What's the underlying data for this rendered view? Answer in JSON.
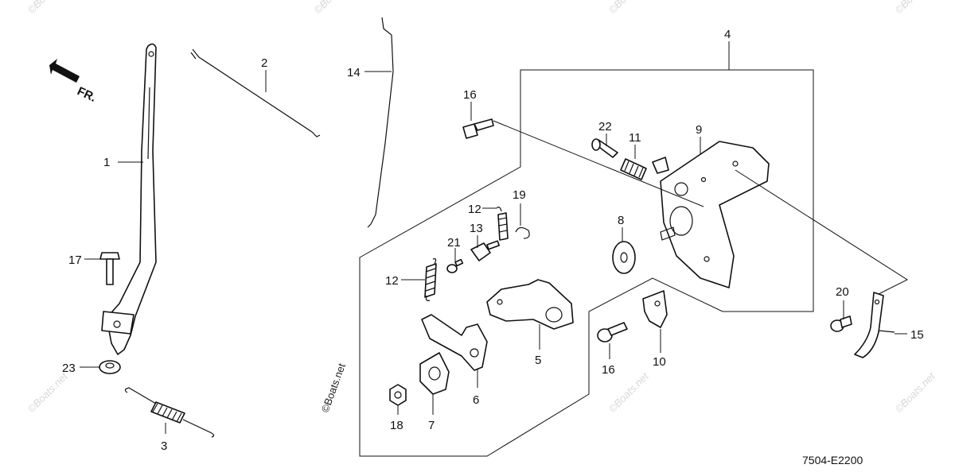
{
  "diagram": {
    "ref_code": "7504-E2200",
    "front_label": "FR.",
    "watermark": "©Boats.net",
    "callouts": [
      {
        "id": "c1",
        "label": "1"
      },
      {
        "id": "c2",
        "label": "2"
      },
      {
        "id": "c3",
        "label": "3"
      },
      {
        "id": "c4",
        "label": "4"
      },
      {
        "id": "c5",
        "label": "5"
      },
      {
        "id": "c6",
        "label": "6"
      },
      {
        "id": "c7",
        "label": "7"
      },
      {
        "id": "c8",
        "label": "8"
      },
      {
        "id": "c9",
        "label": "9"
      },
      {
        "id": "c10",
        "label": "10"
      },
      {
        "id": "c11",
        "label": "11"
      },
      {
        "id": "c12a",
        "label": "12"
      },
      {
        "id": "c12b",
        "label": "12"
      },
      {
        "id": "c13",
        "label": "13"
      },
      {
        "id": "c14",
        "label": "14"
      },
      {
        "id": "c15",
        "label": "15"
      },
      {
        "id": "c16a",
        "label": "16"
      },
      {
        "id": "c16b",
        "label": "16"
      },
      {
        "id": "c17",
        "label": "17"
      },
      {
        "id": "c18",
        "label": "18"
      },
      {
        "id": "c19",
        "label": "19"
      },
      {
        "id": "c20",
        "label": "20"
      },
      {
        "id": "c21",
        "label": "21"
      },
      {
        "id": "c22",
        "label": "22"
      },
      {
        "id": "c23",
        "label": "23"
      }
    ]
  }
}
